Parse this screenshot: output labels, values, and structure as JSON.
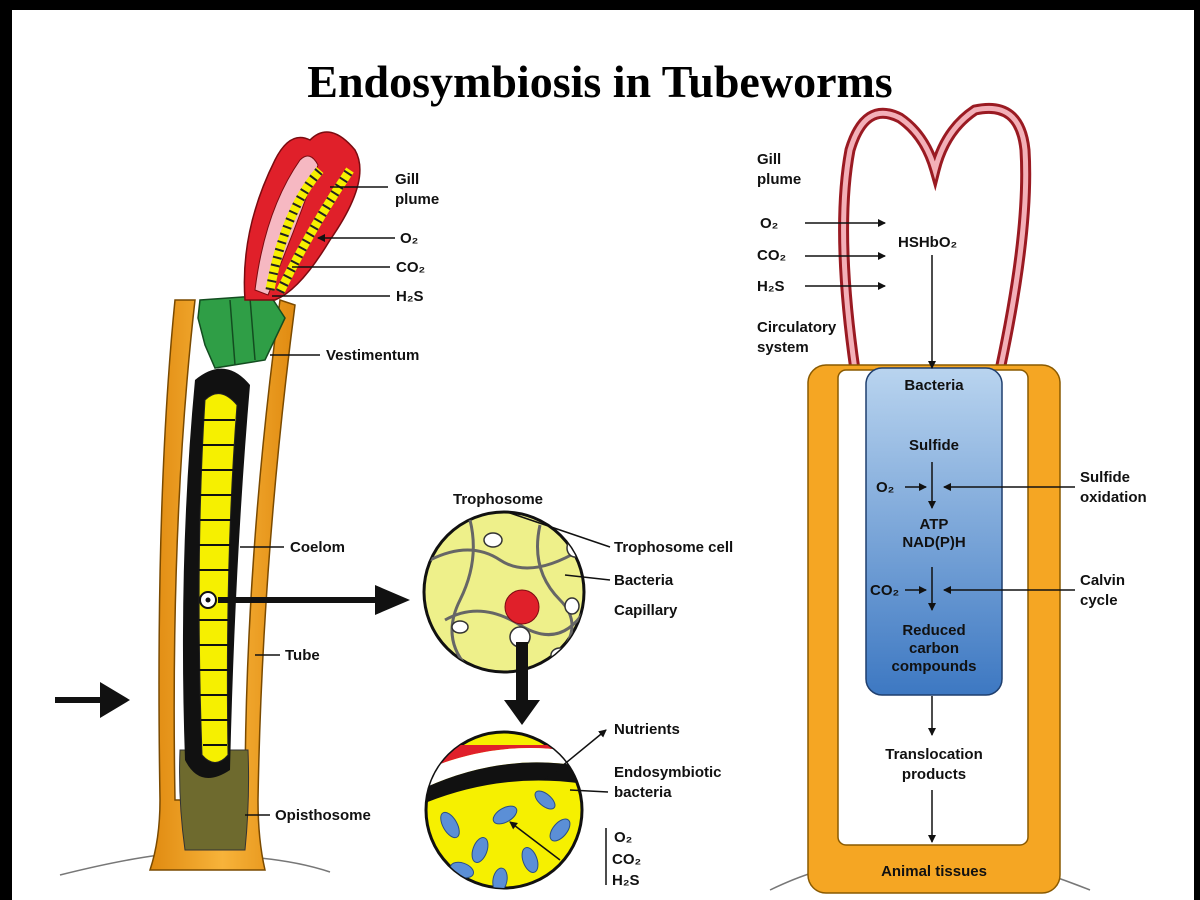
{
  "title": "Endosymbiosis in Tubeworms",
  "left_labels": {
    "gill_plume_1": "Gill",
    "gill_plume_2": "plume",
    "o2": "O₂",
    "co2": "CO₂",
    "h2s": "H₂S",
    "vestimentum": "Vestimentum",
    "coelom": "Coelom",
    "tube": "Tube",
    "opisthosome": "Opisthosome"
  },
  "trophosome_labels": {
    "trophosome": "Trophosome",
    "trophosome_cell": "Trophosome cell",
    "bacteria": "Bacteria",
    "capillary": "Capillary",
    "nutrients": "Nutrients",
    "endosymbiotic_1": "Endosymbiotic",
    "endosymbiotic_2": "bacteria",
    "o2": "O₂",
    "co2": "CO₂",
    "h2s": "H₂S"
  },
  "right_labels": {
    "gill_plume_1": "Gill",
    "gill_plume_2": "plume",
    "o2": "O₂",
    "co2": "CO₂",
    "h2s": "H₂S",
    "hshbo2": "HSHbO₂",
    "circulatory_1": "Circulatory",
    "circulatory_2": "system",
    "bacteria": "Bacteria",
    "sulfide": "Sulfide",
    "o2_inner": "O₂",
    "atp": "ATP",
    "nadph": "NAD(P)H",
    "co2_inner": "CO₂",
    "reduced_1": "Reduced",
    "reduced_2": "carbon",
    "reduced_3": "compounds",
    "sulfide_ox_1": "Sulfide",
    "sulfide_ox_2": "oxidation",
    "calvin_1": "Calvin",
    "calvin_2": "cycle",
    "translocation_1": "Translocation",
    "translocation_2": "products",
    "animal_tissues": "Animal tissues"
  },
  "colors": {
    "plume_red": "#e0202a",
    "tube_orange": "#f5a623",
    "vestimentum_green": "#2f9e46",
    "body_yellow": "#f6f000",
    "trophosome_fill": "#eef08a",
    "bacteria_blue": "#5b8fd6",
    "bacteria_box": "#4a83c9"
  }
}
